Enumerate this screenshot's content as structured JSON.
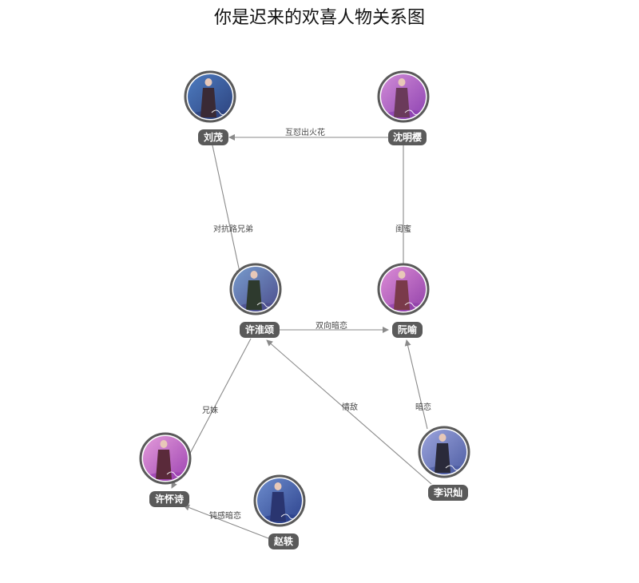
{
  "title": "你是迟来的欢喜人物关系图",
  "colors": {
    "edge": "#8a8a8a",
    "label_bg": "#5a5a5a",
    "label_text": "#ffffff",
    "ring": "#5a5a5a"
  },
  "nodes": [
    {
      "id": "liumao",
      "name": "刘茂",
      "palette": [
        "#2b3f7a",
        "#4f7fc4"
      ],
      "figure": "#3a2a35"
    },
    {
      "id": "shenmingying",
      "name": "沈明樱",
      "palette": [
        "#8a3fb0",
        "#d48fd8"
      ],
      "figure": "#6a3a5a"
    },
    {
      "id": "xuhuaisong",
      "name": "许淮颂",
      "palette": [
        "#4a4a8a",
        "#7aa0d0"
      ],
      "figure": "#2e3a2e"
    },
    {
      "id": "ruanyu",
      "name": "阮喻",
      "palette": [
        "#8f3fa8",
        "#e090d8"
      ],
      "figure": "#7a3a4a"
    },
    {
      "id": "xuhuaishi",
      "name": "许怀诗",
      "palette": [
        "#9a3fb0",
        "#e7a0dc"
      ],
      "figure": "#5a2a3a"
    },
    {
      "id": "lishican",
      "name": "李识灿",
      "palette": [
        "#4a5aa0",
        "#a0a8e0"
      ],
      "figure": "#2a2a3a"
    },
    {
      "id": "zhaotie",
      "name": "赵轶",
      "palette": [
        "#2a3f8a",
        "#7090d0"
      ],
      "figure": "#2a3570"
    }
  ],
  "edges": [
    {
      "from": "shenmingying",
      "to": "liumao",
      "label": "互怼出火花"
    },
    {
      "from": "liumao",
      "to": "xuhuaisong",
      "label": "对抗路兄弟"
    },
    {
      "from": "shenmingying",
      "to": "ruanyu",
      "label": "闺蜜"
    },
    {
      "from": "xuhuaisong",
      "to": "ruanyu",
      "label": "双向暗恋"
    },
    {
      "from": "xuhuaisong",
      "to": "xuhuaishi",
      "label": "兄妹"
    },
    {
      "from": "lishican",
      "to": "xuhuaisong",
      "label": "情敌"
    },
    {
      "from": "lishican",
      "to": "ruanyu",
      "label": "暗恋"
    },
    {
      "from": "zhaotie",
      "to": "xuhuaishi",
      "label": "钝感暗恋"
    }
  ]
}
